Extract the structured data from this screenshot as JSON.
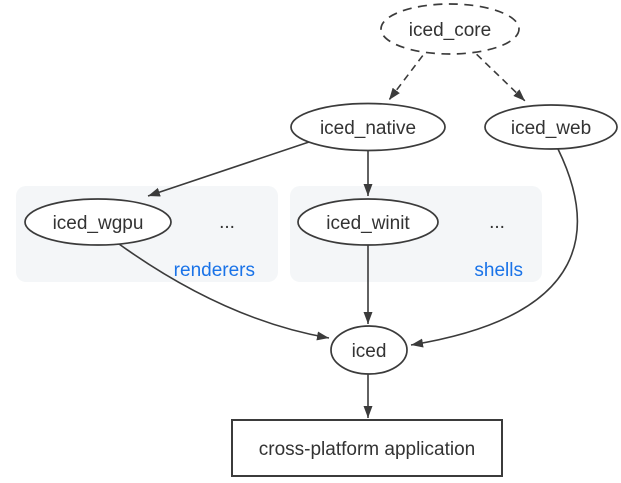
{
  "colors": {
    "accent": "#1a73e8",
    "ink": "#3b3b3b",
    "text_color": "#333333",
    "cluster_fill": "#f4f6f8",
    "node_fill": "#ffffff",
    "bg": "#ffffff"
  },
  "nodes": {
    "core": {
      "label": "iced_core"
    },
    "native": {
      "label": "iced_native"
    },
    "web": {
      "label": "iced_web"
    },
    "wgpu": {
      "label": "iced_wgpu"
    },
    "winit": {
      "label": "iced_winit"
    },
    "iced": {
      "label": "iced"
    },
    "app": {
      "label": "cross-platform application"
    }
  },
  "clusters": {
    "renderers": {
      "label": "renderers",
      "ellipsis": "..."
    },
    "shells": {
      "label": "shells",
      "ellipsis": "..."
    }
  }
}
